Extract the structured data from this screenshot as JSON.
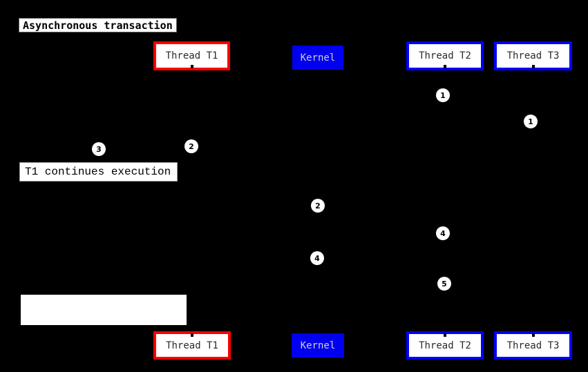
{
  "diagram": {
    "title": "Asynchronous transaction",
    "participants": [
      {
        "label": "Thread T1",
        "style": "red-border"
      },
      {
        "label": "Kernel",
        "style": "blue-filled"
      },
      {
        "label": "Thread T2",
        "style": "blue-border"
      },
      {
        "label": "Thread T3",
        "style": "blue-border"
      }
    ],
    "notes": [
      {
        "text": "T1 continues execution"
      },
      {
        "text": ""
      }
    ],
    "markers": [
      "1",
      "1",
      "3",
      "2",
      "2",
      "4",
      "4",
      "5"
    ],
    "colors": {
      "background": "#000000",
      "red_border": "#ff0000",
      "blue_border": "#0000ff",
      "kernel_fill": "#0000ee",
      "kernel_text": "#ccccdd",
      "box_fill": "#ffffff",
      "box_text": "#2a2a2a",
      "badge_fill": "#ffffff",
      "badge_text": "#000000"
    }
  }
}
